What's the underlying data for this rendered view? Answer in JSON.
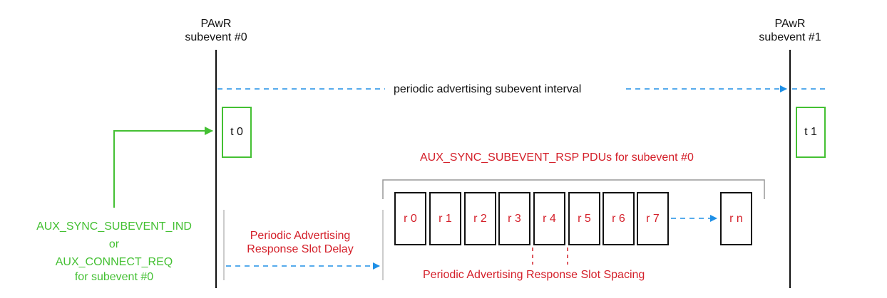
{
  "subevent0": {
    "line1": "PAwR",
    "line2": "subevent #0"
  },
  "subevent1": {
    "line1": "PAwR",
    "line2": "subevent #1"
  },
  "interval_label": "periodic advertising subevent interval",
  "t_boxes": [
    "t 0",
    "t 1"
  ],
  "rsp_title": "AUX_SYNC_SUBEVENT_RSP PDUs for subevent #0",
  "response_slots": [
    "r 0",
    "r 1",
    "r 2",
    "r 3",
    "r 4",
    "r 5",
    "r 6",
    "r 7",
    "r n"
  ],
  "left_label": {
    "line1": "AUX_SYNC_SUBEVENT_IND",
    "line2": "or",
    "line3": "AUX_CONNECT_REQ",
    "line4": "for subevent #0"
  },
  "slot_delay": {
    "line1": "Periodic Advertising",
    "line2": "Response Slot Delay"
  },
  "slot_spacing": "Periodic Advertising Response Slot Spacing",
  "colors": {
    "black": "#111111",
    "blue": "#1e8fe6",
    "green": "#44c033",
    "red": "#d4202a"
  }
}
